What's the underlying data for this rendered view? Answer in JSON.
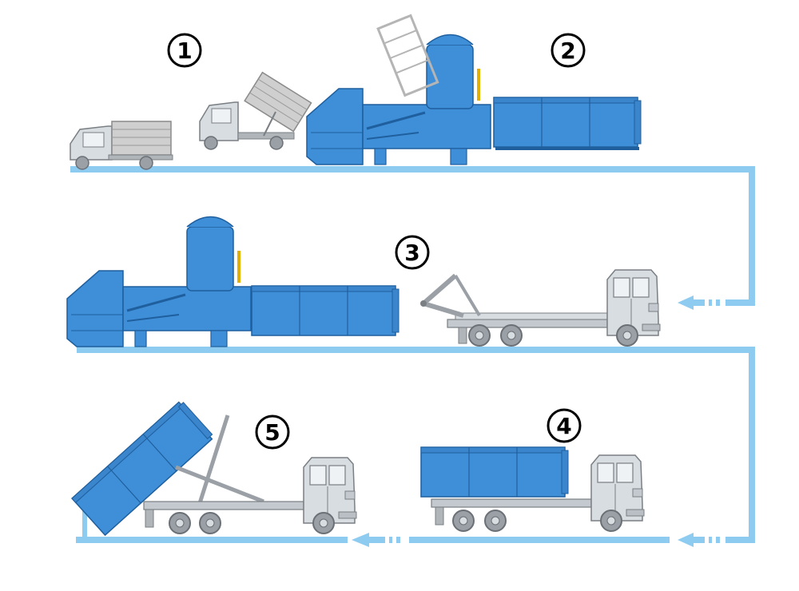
{
  "diagram": {
    "steps": [
      {
        "number": "1"
      },
      {
        "number": "2"
      },
      {
        "number": "3"
      },
      {
        "number": "4"
      },
      {
        "number": "5"
      }
    ],
    "colors": {
      "container_blue": "#3f8fd8",
      "container_edge": "#1f5f9e",
      "flow_line": "#8ecbf0",
      "truck_gray": "#d8dde1",
      "truck_edge": "#7a7f84",
      "wheel": "#9aa0a6",
      "bin_gray": "#c9c9c9",
      "ladder": "#b5b5b5",
      "accent_yellow": "#e0b000"
    }
  }
}
